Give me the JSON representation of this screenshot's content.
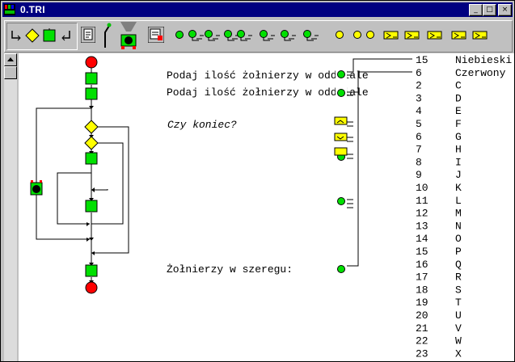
{
  "window": {
    "title": "0.TRI",
    "controls": [
      "_",
      "□",
      "×"
    ]
  },
  "toolbar": {
    "icons": [
      "arrow-down-right-icon",
      "decision-diamond-icon",
      "action-box-icon",
      "arrow-down-left-icon",
      "document-icon",
      "pen-icon",
      "funnel-output-icon",
      "save-document-icon",
      "green-dot-icon",
      "input-icon",
      "input-icon",
      "input-icon",
      "input-icon",
      "input-icon",
      "input-icon",
      "input-icon",
      "yellow-dot-icon",
      "yellow-dot-icon",
      "yellow-dot-icon",
      "yellow-output-icon",
      "yellow-output-icon",
      "yellow-output-icon",
      "yellow-output-icon",
      "yellow-output-icon"
    ]
  },
  "flow": {
    "prompt1": "Podaj ilość żołnierzy w oddziale",
    "prompt2": "Podaj ilość żołnierzy w oddziale",
    "question": "Czy koniec?",
    "result": "Żołnierzy w szeregu:"
  },
  "lookup": {
    "numbers": [
      "15",
      "6",
      "2",
      "3",
      "4",
      "5",
      "6",
      "7",
      "8",
      "9",
      "10",
      "11",
      "12",
      "13",
      "14",
      "15",
      "16",
      "17",
      "18",
      "19",
      "20",
      "21",
      "22",
      "23"
    ],
    "labels": [
      "Niebieski",
      "Czerwony",
      "C",
      "D",
      "E",
      "F",
      "G",
      "H",
      "I",
      "J",
      "K",
      "L",
      "M",
      "N",
      "O",
      "P",
      "Q",
      "R",
      "S",
      "T",
      "U",
      "V",
      "W",
      "X"
    ]
  },
  "colors": {
    "titlebar": "#000080",
    "action": "#00e000",
    "decision": "#ffff00",
    "terminal": "#ff0000",
    "canvas": "#ffffff",
    "chrome": "#c0c0c0"
  }
}
